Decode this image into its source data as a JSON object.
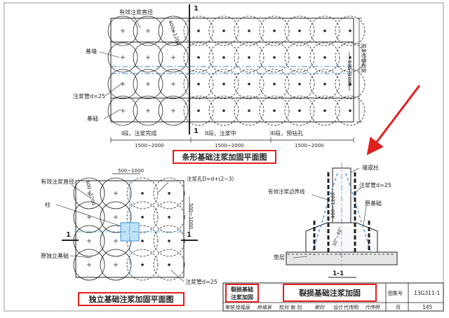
{
  "colors": {
    "line": "#222222",
    "blue": "#3a8fd6",
    "red": "#e0201c",
    "light_blue": "#bfe3f7"
  },
  "strip_plan": {
    "label_effective_diameter": "有效注浆直径",
    "section_mark": "1",
    "label_wall": "基墙",
    "label_pipe": "注浆管d=25",
    "label_foundation": "基础",
    "range_angle": "400~1200",
    "range_width": "500~1000",
    "label_original_width": "原条形基础宽",
    "stage_1": "I段，注浆完成",
    "stage_2": "II段，注浆中",
    "stage_3": "III段，预钻孔",
    "dim_1": "1500~2000",
    "dim_2": "1500~2000",
    "dim_3": "1500~2000",
    "title": "条形基础注浆加固平面图"
  },
  "isolated_plan": {
    "dim_top": "500~1000",
    "label_effective_diameter": "有效注浆直径",
    "range_angle": "400~1200",
    "label_hole": "注浆孔D=d+(2~3)",
    "label_column": "柱",
    "range_side": "500~1000",
    "section_mark": "1",
    "label_original": "原独立基础",
    "label_pipe": "注浆管d=25",
    "title": "独立基础注浆加固平面图"
  },
  "section": {
    "label_wall": "墙或柱",
    "label_boundary": "有效注浆边界线",
    "label_pipe": "注浆管d=25",
    "label_foundation": "原基础",
    "range": "400~1200",
    "angle": "30°~40°",
    "label_cushion": "垫层",
    "section_title": "1-1"
  },
  "title_block": {
    "badge_line1": "裂损基础",
    "badge_line2": "注浆加固",
    "center_title": "裂损基础注浆加固",
    "atlas_label": "图集号",
    "atlas_number": "13G311-1",
    "page_label": "页",
    "page_number": "145",
    "reviewer_label": "审核",
    "reviewer_name": "徐福泉",
    "reviewer_sign": "徐福泉",
    "checker_label": "校对",
    "checker_name": "谢 剑",
    "checker_sign": "谢剑",
    "designer_label": "设计",
    "designer_name": "代伟明",
    "designer_sign": "代伟明"
  }
}
